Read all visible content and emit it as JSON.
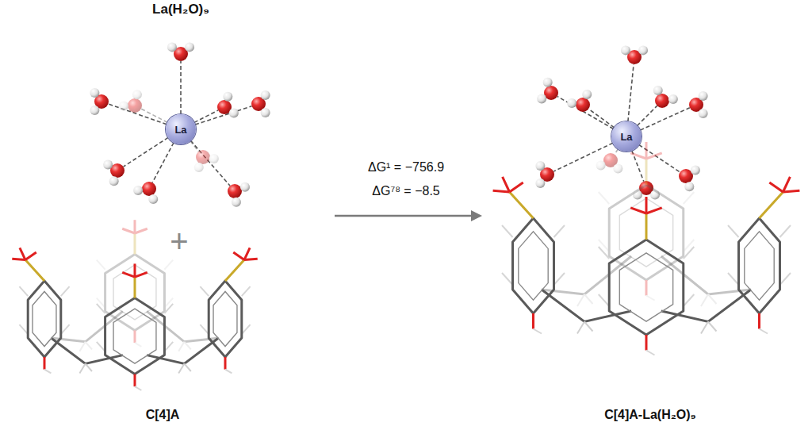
{
  "diagram": {
    "nodes": [
      {
        "text": [
          "La"
        ]
      },
      {
        "text": [
          "La"
        ]
      }
    ],
    "labels": [
      "La(H₂O)₉",
      "+",
      "C[4]A",
      "C[4]A-La(H₂O)₉",
      "ΔG¹ = −756.9",
      "ΔG⁷⁸ = −8.5"
    ]
  }
}
